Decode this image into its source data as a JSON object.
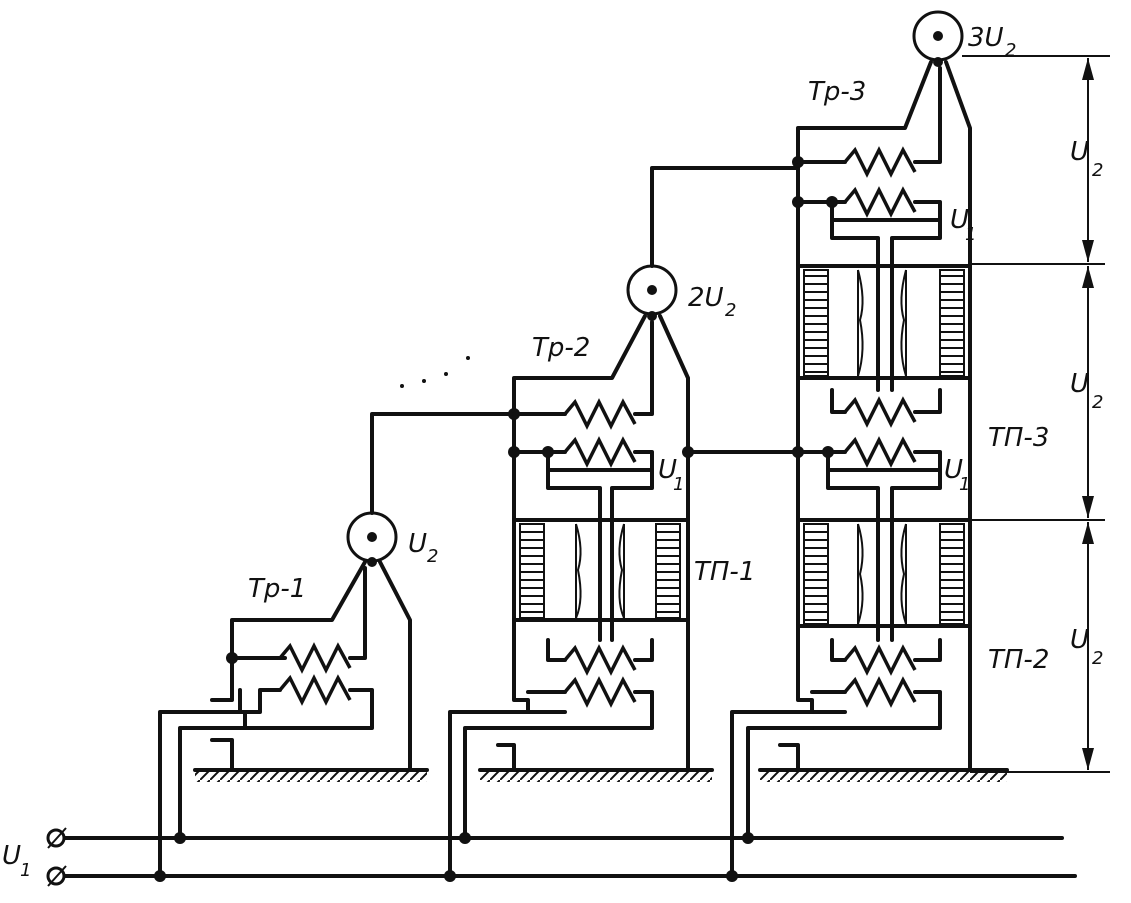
{
  "labels": {
    "input_voltage": "U",
    "input_voltage_sub": "1",
    "tr1": "Тр-1",
    "tr2": "Тр-2",
    "tr3": "Тр-3",
    "out1": "U",
    "out1_sub": "2",
    "out2": "2U",
    "out2_sub": "2",
    "out3": "3U",
    "out3_sub": "2",
    "u1_tr2": "U",
    "u1_tr2_sub": "1",
    "u1_tr3a": "U",
    "u1_tr3a_sub": "1",
    "u1_tr3b": "U",
    "u1_tr3b_sub": "1",
    "tp1": "ТП-1",
    "tp2": "ТП-2",
    "tp3": "ТП-3",
    "dim1": "U",
    "dim1_sub": "2",
    "dim2": "U",
    "dim2_sub": "2",
    "dim3": "U",
    "dim3_sub": "2"
  }
}
